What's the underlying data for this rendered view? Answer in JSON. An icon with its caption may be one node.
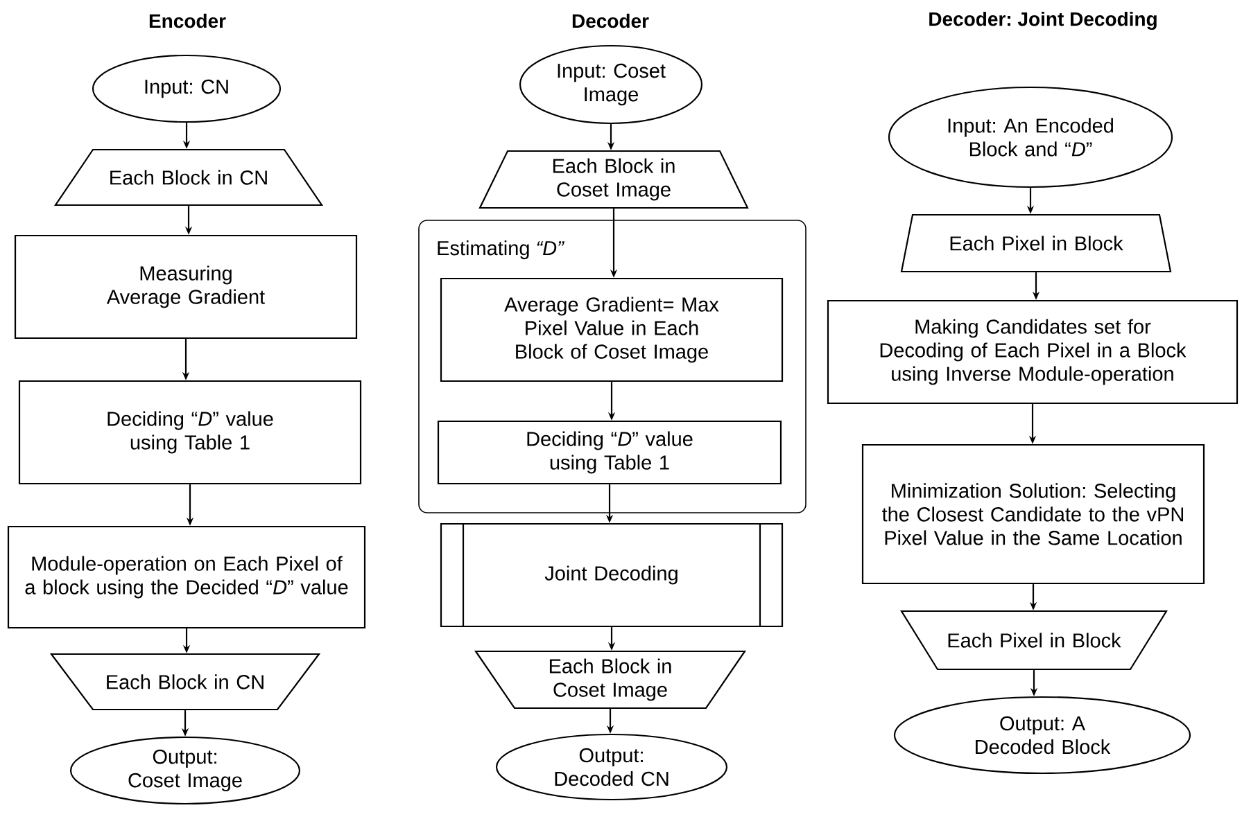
{
  "diagram": {
    "nodes": [
      {
        "text": [
          "Input: CN"
        ]
      },
      {
        "text": [
          "Each Block in CN"
        ]
      },
      {
        "text": [
          "Measuring Average Gradient"
        ]
      },
      {
        "text": [
          "Deciding “*D*” value using Table 1"
        ]
      },
      {
        "text": [
          "Module-operation on Each Pixel of a block using the Decided “*D*” value"
        ]
      },
      {
        "text": [
          "Each Block in CN"
        ]
      },
      {
        "text": [
          "Output: Coset Image"
        ]
      },
      {
        "text": [
          "Input: Coset Image"
        ]
      },
      {
        "text": [
          "Each Block in Coset Image"
        ]
      },
      {
        "text": [
          "Estimating *“D”*"
        ]
      },
      {
        "text": [
          "Average Gradient= Max Pixel Value in Each Block of Coset Image"
        ],
        "in": 9
      },
      {
        "text": [
          "Deciding “*D*” value using Table 1"
        ],
        "in": 9
      },
      {
        "text": [
          "Joint Decoding"
        ]
      },
      {
        "text": [
          "Each Block in Coset Image"
        ]
      },
      {
        "text": [
          "Output: Decoded CN"
        ]
      },
      {
        "text": [
          "Input: An Encoded Block and “*D*”"
        ]
      },
      {
        "text": [
          "Each Pixel in Block"
        ]
      },
      {
        "text": [
          "Making Candidates set for Decoding of Each Pixel in a Block using Inverse Module-operation"
        ]
      },
      {
        "text": [
          "Minimization Solution: Selecting the Closest Candidate to the vPN Pixel Value in the Same Location"
        ]
      },
      {
        "text": [
          "Each Pixel in Block"
        ]
      },
      {
        "text": [
          "Output: A Decoded Block"
        ]
      }
    ],
    "edges": [
      {
        "from": 0,
        "to": 1,
        "arrow": "to"
      },
      {
        "from": 1,
        "to": 2,
        "arrow": "to"
      },
      {
        "from": 2,
        "to": 3,
        "arrow": "to"
      },
      {
        "from": 3,
        "to": 4,
        "arrow": "to"
      },
      {
        "from": 4,
        "to": 5,
        "arrow": "to"
      },
      {
        "from": 5,
        "to": 6,
        "arrow": "to"
      },
      {
        "from": 7,
        "to": 8,
        "arrow": "to"
      },
      {
        "from": 8,
        "to": 10,
        "arrow": "to"
      },
      {
        "from": 10,
        "to": 11,
        "arrow": "to"
      },
      {
        "from": 11,
        "to": 12,
        "arrow": "to"
      },
      {
        "from": 12,
        "to": 13,
        "arrow": "to"
      },
      {
        "from": 13,
        "to": 14,
        "arrow": "to"
      },
      {
        "from": 15,
        "to": 16,
        "arrow": "to"
      },
      {
        "from": 16,
        "to": 17,
        "arrow": "to"
      },
      {
        "from": 17,
        "to": 18,
        "arrow": "to"
      },
      {
        "from": 18,
        "to": 19,
        "arrow": "to"
      },
      {
        "from": 19,
        "to": 20,
        "arrow": "to"
      }
    ],
    "labels": [
      "Encoder",
      "Decoder",
      "Decoder: Joint Decoding"
    ]
  }
}
